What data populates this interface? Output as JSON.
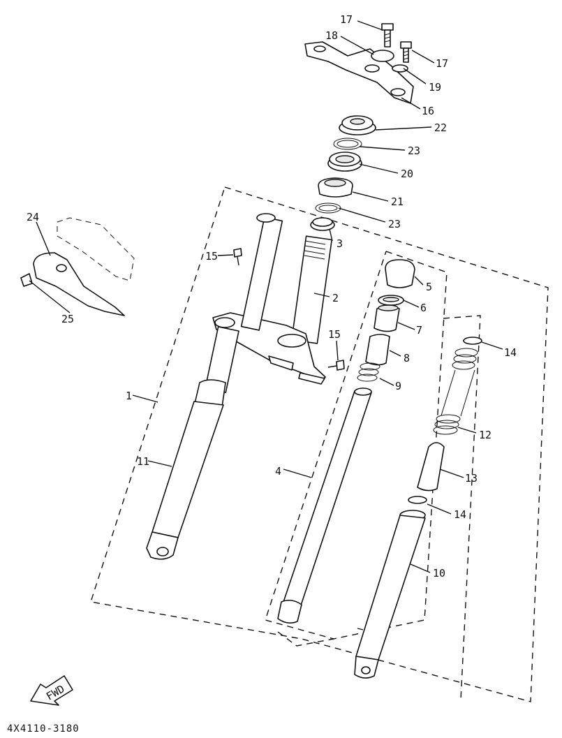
{
  "diagram": {
    "labels": {
      "l1": "1",
      "l2": "2",
      "l3": "3",
      "l4": "4",
      "l5": "5",
      "l6": "6",
      "l7": "7",
      "l8": "8",
      "l9": "9",
      "l10": "10",
      "l11": "11",
      "l12": "12",
      "l13": "13",
      "l14a": "14",
      "l14b": "14",
      "l15a": "15",
      "l15b": "15",
      "l16": "16",
      "l17a": "17",
      "l17b": "17",
      "l18": "18",
      "l19": "19",
      "l20": "20",
      "l21": "21",
      "l22": "22",
      "l23a": "23",
      "l23b": "23",
      "l24": "24",
      "l25": "25"
    },
    "fwd_label": "FWD",
    "drawing_code": "4X4110-3180"
  }
}
